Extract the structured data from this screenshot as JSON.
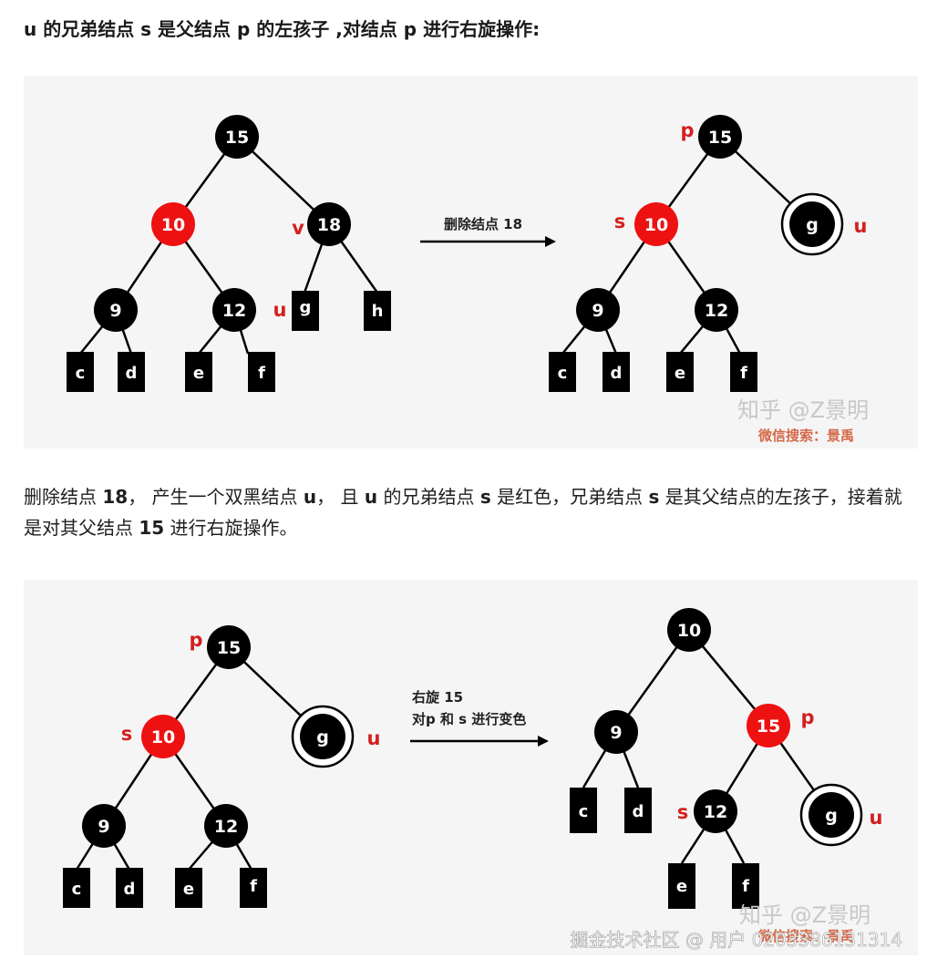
{
  "heading": "u 的兄弟结点 s 是父结点 p 的左孩子 ,对结点 p 进行右旋操作:",
  "paragraph": {
    "t1": "删除结点 ",
    "b1": "18",
    "t2": "， 产生一个双黑结点 ",
    "b2": "u",
    "t3": "， 且 ",
    "b3": "u",
    "t4": " 的兄弟结点 ",
    "b4": "s",
    "t5": " 是红色，兄弟结点 ",
    "b5": "s",
    "t6": " 是其父结点的左孩子，接着就是对其父结点 ",
    "b6": "15",
    "t7": " 进行右旋操作。"
  },
  "colors": {
    "black_node": "#000000",
    "red_node": "#ee1111",
    "role_label": "#d42020",
    "panel_bg": "#f5f5f5"
  },
  "diagram1": {
    "arrow_label": "删除结点 18",
    "left_tree": {
      "nodes": [
        "15",
        "10",
        "18",
        "9",
        "12",
        "c",
        "d",
        "e",
        "f",
        "g",
        "h"
      ],
      "labels": [
        "v",
        "u"
      ]
    },
    "right_tree": {
      "nodes": [
        "15",
        "10",
        "g",
        "9",
        "12",
        "c",
        "d",
        "e",
        "f"
      ],
      "labels": [
        "p",
        "s",
        "u"
      ]
    },
    "watermark_1": "知乎 @Z景明",
    "watermark_2": "微信搜索：景禹"
  },
  "diagram2": {
    "arrow_label_1": "右旋 15",
    "arrow_label_2": "对p 和 s 进行变色",
    "left_tree": {
      "nodes": [
        "15",
        "10",
        "g",
        "9",
        "12",
        "c",
        "d",
        "e",
        "f"
      ],
      "labels": [
        "p",
        "s",
        "u"
      ]
    },
    "right_tree": {
      "nodes": [
        "10",
        "9",
        "15",
        "c",
        "d",
        "12",
        "g",
        "e",
        "f"
      ],
      "labels": [
        "p",
        "s",
        "u"
      ]
    },
    "watermark_1": "知乎 @Z景明",
    "watermark_2": "微信搜索：景禹",
    "site_watermark": "掘金技术社区 @ 用户 0203386131314"
  }
}
